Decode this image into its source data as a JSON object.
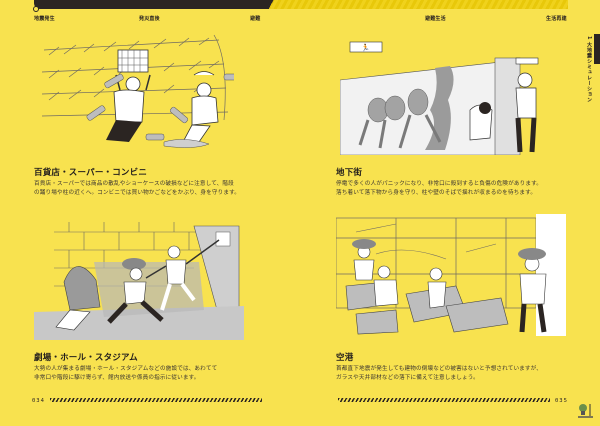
{
  "header": {
    "phases": [
      {
        "label": "地震発生"
      },
      {
        "label": "発災直後"
      },
      {
        "label": "避難"
      },
      {
        "label": "避難生活"
      },
      {
        "label": "生活再建"
      }
    ],
    "current_phase_index": 1
  },
  "side_tab": {
    "label": "1 大地震シミュレーション"
  },
  "sections": [
    {
      "title": "百貨店・スーパー・コンビニ",
      "body": [
        "百貨店・スーパーでは商品の散乱やショーケースの破損などに注意して、階段",
        "の踊り場や柱の近くへ。コンビニでは買い物かごなどをかぶり、身を守ります。"
      ],
      "illustration": "people-protecting-heads-in-store-with-falling-bottles"
    },
    {
      "title": "地下街",
      "body": [
        "停電で多くの人がパニックになり、非常口に殺到すると負傷の危険があります。",
        "落ち着いて落下物から身を守り、柱や壁のそばで揺れが収まるのを待ちます。"
      ],
      "illustration": "underground-mall-crowd-rushing-exit"
    },
    {
      "title": "劇場・ホール・スタジアム",
      "body": [
        "大勢の人が集まる劇場・ホール・スタジアムなどの施設では、あわてて",
        "非常口や階段に駆け寄らず、館内放送や係員の指示に従います。"
      ],
      "illustration": "stadium-staff-guiding-people"
    },
    {
      "title": "空港",
      "body": [
        "首都直下地震が発生しても建物の倒壊などの被害はないと予想されていますが、",
        "ガラスや天井部材などの落下に備えて注意しましょう。"
      ],
      "illustration": "airport-lounge-people-covering-heads"
    }
  ],
  "footer": {
    "left_page": "034",
    "right_page": "035"
  },
  "colors": {
    "page_background": "#f8e24f",
    "ink": "#2b2522",
    "stripe_yellow": "#e8c80a",
    "illustration_gray": "#cfcfcf"
  }
}
